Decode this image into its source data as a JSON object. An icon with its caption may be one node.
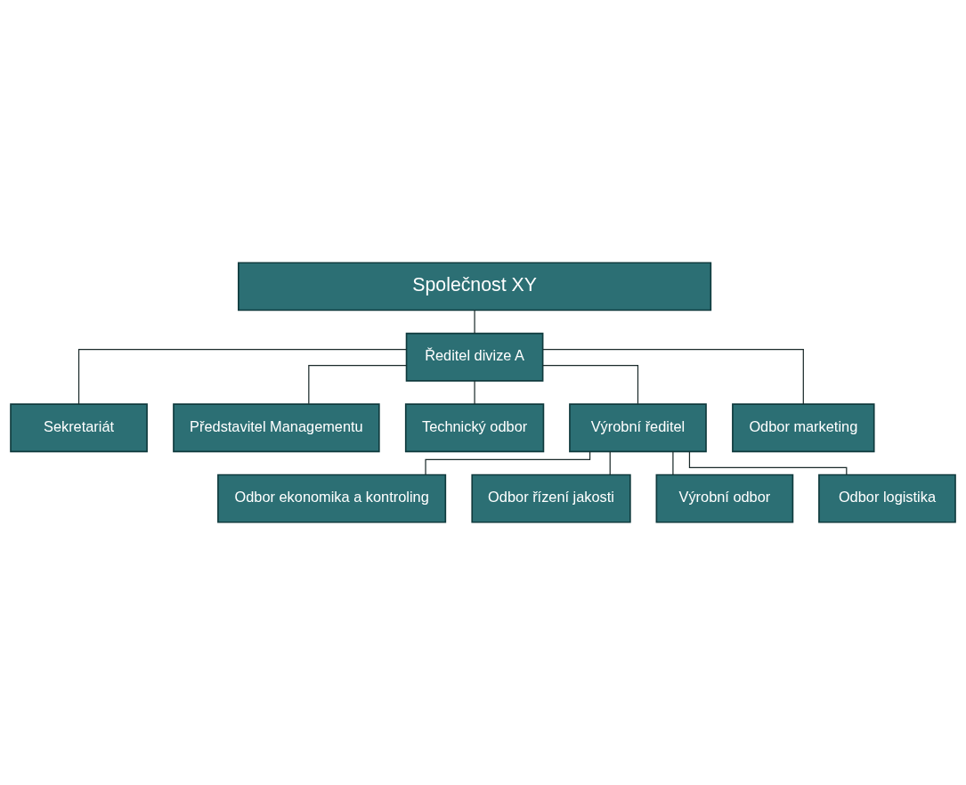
{
  "diagram": {
    "nodes": [
      {
        "text": [
          "Společnost XY"
        ]
      },
      {
        "text": [
          "Ředitel divize A"
        ]
      },
      {
        "text": [
          "Sekretariát"
        ]
      },
      {
        "text": [
          "Představitel Managementu"
        ]
      },
      {
        "text": [
          "Technický odbor"
        ]
      },
      {
        "text": [
          "Výrobní ředitel"
        ]
      },
      {
        "text": [
          "Odbor marketing"
        ]
      },
      {
        "text": [
          "Odbor ekonomika a kontroling"
        ]
      },
      {
        "text": [
          "Odbor řízení jakosti"
        ]
      },
      {
        "text": [
          "Výrobní odbor"
        ]
      },
      {
        "text": [
          "Odbor logistika"
        ]
      }
    ],
    "edges": [
      {
        "from": 0,
        "to": 1,
        "arrow": "none"
      },
      {
        "from": 1,
        "to": 2,
        "arrow": "none"
      },
      {
        "from": 1,
        "to": 3,
        "arrow": "none"
      },
      {
        "from": 1,
        "to": 4,
        "arrow": "none"
      },
      {
        "from": 1,
        "to": 5,
        "arrow": "none"
      },
      {
        "from": 1,
        "to": 6,
        "arrow": "none"
      },
      {
        "from": 5,
        "to": 7,
        "arrow": "none"
      },
      {
        "from": 5,
        "to": 8,
        "arrow": "none"
      },
      {
        "from": 5,
        "to": 9,
        "arrow": "none"
      },
      {
        "from": 5,
        "to": 10,
        "arrow": "none"
      }
    ]
  }
}
